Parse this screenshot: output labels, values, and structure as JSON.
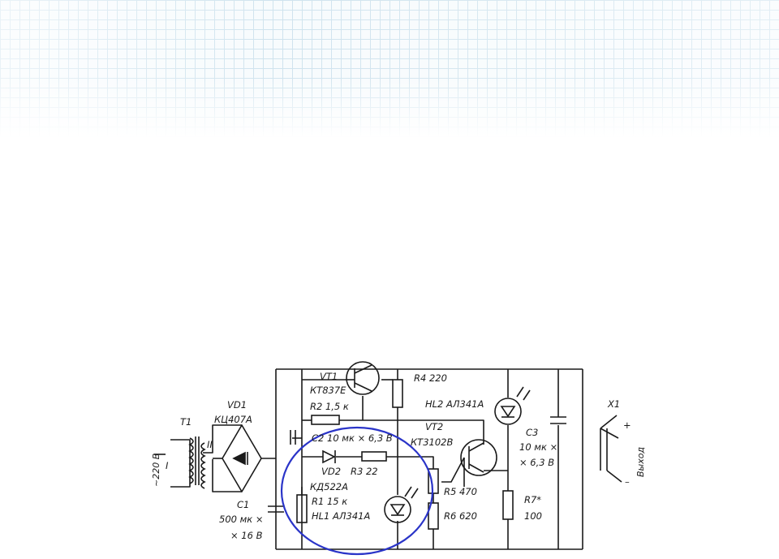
{
  "header": {
    "grid_color": "#cfe3ee"
  },
  "schematic": {
    "wire_color": "#1a1a1a",
    "highlight_color": "#2a34c8",
    "labels": {
      "mains_voltage": "~220 В",
      "transformer": "T1",
      "primary_winding": "I",
      "secondary_winding": "II",
      "bridge_ref": "VD1",
      "bridge_type": "КЦ407А",
      "c1_ref": "C1",
      "c1_value": "500 мк ×",
      "c1_voltage": "× 16 В",
      "vt1_ref": "VT1",
      "vt1_type": "КТ837Е",
      "r2": "R2  1,5 к",
      "c2": "C2  10 мк × 6,3 В",
      "vd2_ref": "VD2",
      "vd2_type": "КД522А",
      "r3": "R3  22",
      "r1": "R1  15 к",
      "hl1": "HL1  АЛ341А",
      "r4": "R4  220",
      "hl2": "HL2  АЛ341А",
      "vt2_ref": "VT2",
      "vt2_type": "КТ3102В",
      "r5": "R5  470",
      "r6": "R6  620",
      "c3_ref": "C3",
      "c3_value": "10 мк ×",
      "c3_voltage": "× 6,3 В",
      "r7_ref": "R7*",
      "r7_value": "100",
      "connector_ref": "X1",
      "output_label": "Выход",
      "plus_sign": "+",
      "minus_sign": "–"
    }
  }
}
